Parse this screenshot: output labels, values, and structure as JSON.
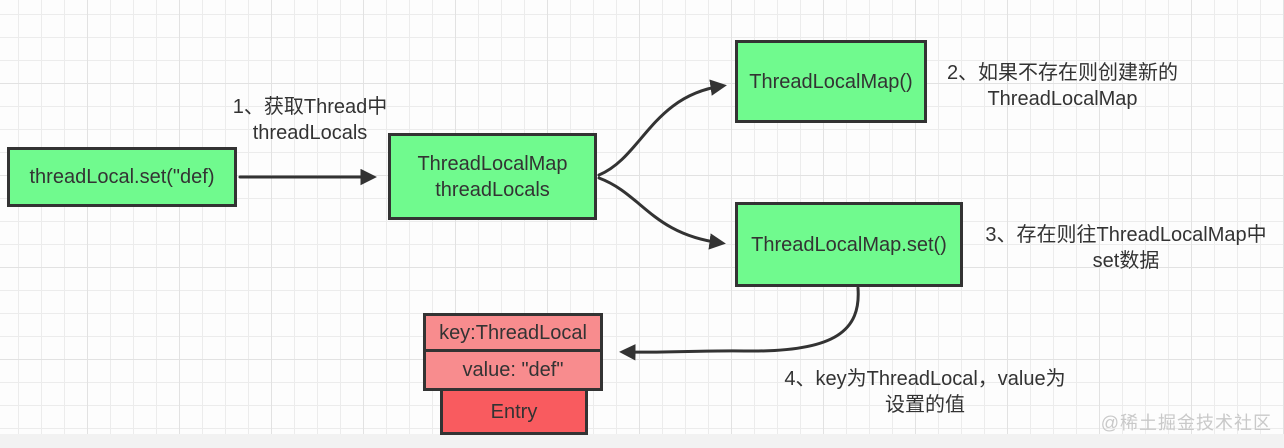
{
  "diagram": {
    "nodes": [
      {
        "id": "threadlocal-set",
        "label": "threadLocal.set(\"def)"
      },
      {
        "id": "thread-threadlocals",
        "label1": "ThreadLocalMap",
        "label2": "threadLocals"
      },
      {
        "id": "threadlocalmap-constructor",
        "label": "ThreadLocalMap()"
      },
      {
        "id": "threadlocalmap-set",
        "label": "ThreadLocalMap.set()"
      },
      {
        "id": "entry-key",
        "label": "key:ThreadLocal"
      },
      {
        "id": "entry-value",
        "label": "value: \"def\""
      },
      {
        "id": "entry",
        "label": "Entry"
      }
    ],
    "annotations": [
      {
        "id": "step-1",
        "line1": "1、获取Thread中",
        "line2": "threadLocals"
      },
      {
        "id": "step-2",
        "line1": "2、如果不存在则创建新的",
        "line2": "ThreadLocalMap"
      },
      {
        "id": "step-3",
        "line1": "3、存在则往ThreadLocalMap中",
        "line2": "set数据"
      },
      {
        "id": "step-4",
        "line1": "4、key为ThreadLocal，value为",
        "line2": "设置的值"
      }
    ],
    "watermark": "@稀土掘金技术社区"
  },
  "colors": {
    "green": "#70fa8e",
    "pink": "#f88c8e",
    "red": "#f95b5f",
    "stroke": "#333333",
    "node_text": "#333333",
    "annotation_text": "#333333",
    "watermark_gray": "#c9c9c9",
    "band_gray": "#f2f2f2",
    "grid_minor": "#ececec",
    "grid_major": "#e2e2e2"
  }
}
